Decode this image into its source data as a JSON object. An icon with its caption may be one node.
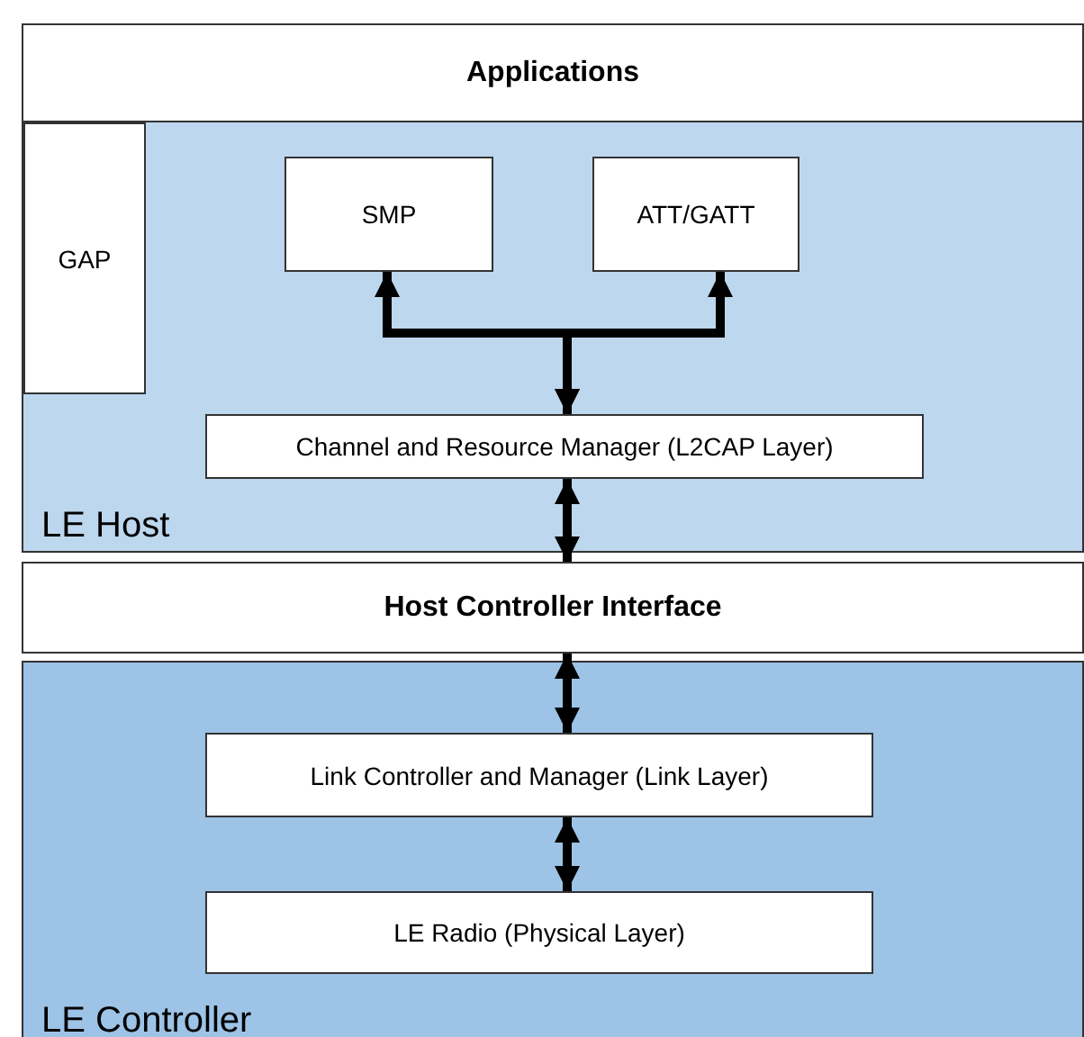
{
  "diagram": {
    "nodes": [
      {
        "text": [
          "Applications"
        ]
      },
      {
        "text": [
          "LE Host"
        ]
      },
      {
        "text": [
          "GAP"
        ],
        "in": 1
      },
      {
        "text": [
          "SMP"
        ],
        "in": 1
      },
      {
        "text": [
          "ATT/GATT"
        ],
        "in": 1
      },
      {
        "text": [
          "Channel and Resource Manager (L2CAP Layer)"
        ],
        "in": 1
      },
      {
        "text": [
          "Host Controller Interface"
        ]
      },
      {
        "text": [
          "LE Controller"
        ]
      },
      {
        "text": [
          "Link Controller and Manager (Link Layer)"
        ],
        "in": 7
      },
      {
        "text": [
          "LE Radio (Physical Layer)"
        ],
        "in": 7
      }
    ],
    "edges": [
      {
        "from": 5,
        "to": 3,
        "arrow": "both"
      },
      {
        "from": 5,
        "to": 4,
        "arrow": "both"
      },
      {
        "from": 5,
        "to": 6,
        "arrow": "both"
      },
      {
        "from": 6,
        "to": 8,
        "arrow": "both"
      },
      {
        "from": 8,
        "to": 9,
        "arrow": "both"
      }
    ]
  }
}
